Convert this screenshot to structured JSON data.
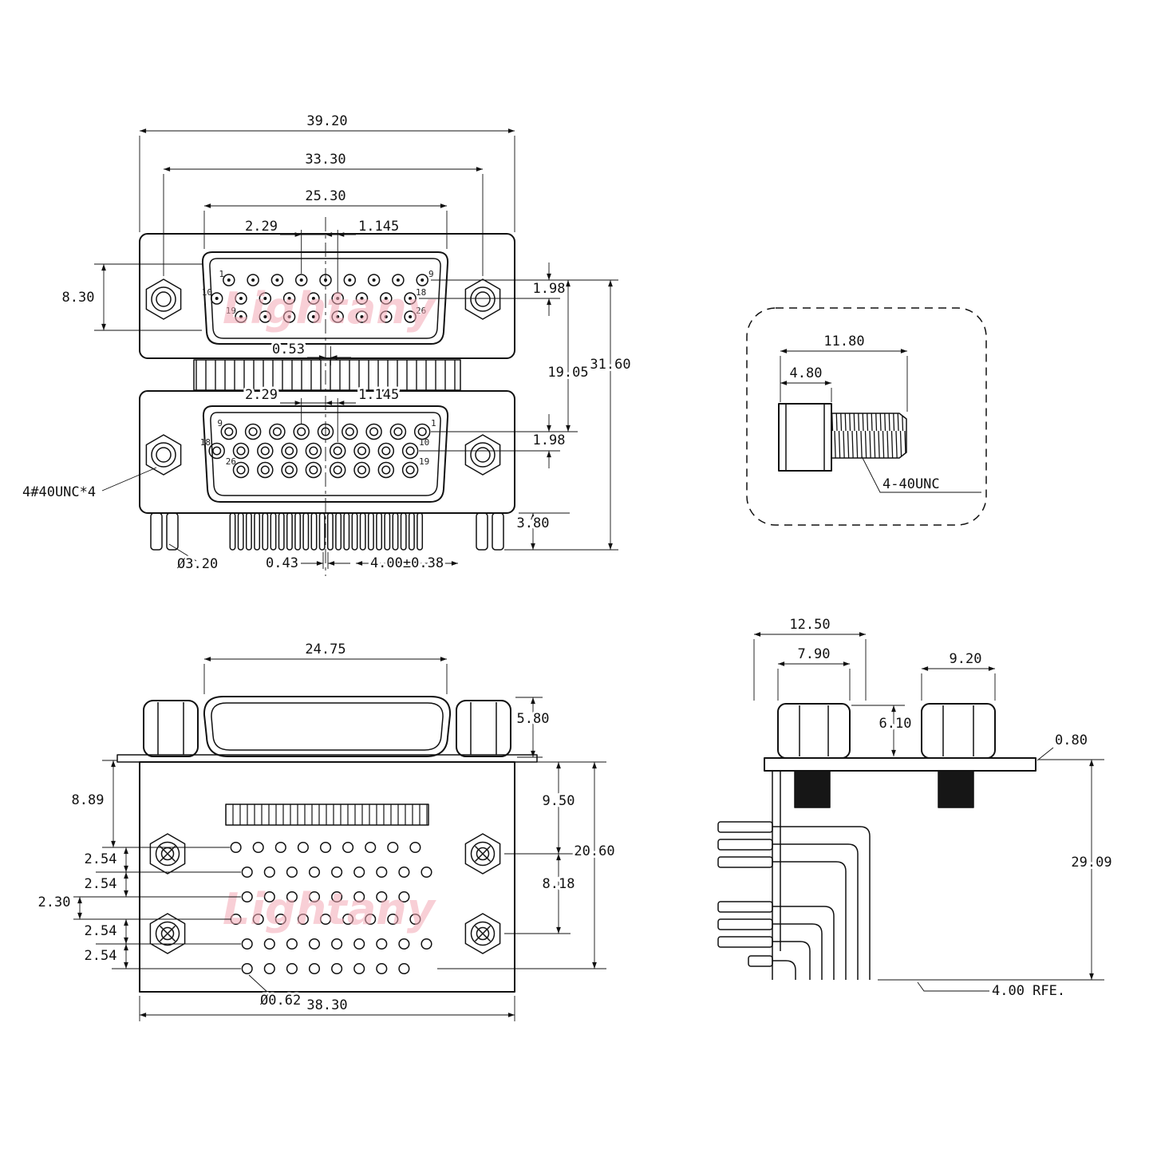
{
  "watermark": "Lightany",
  "front": {
    "overall_width": "39.20",
    "screw_span": "33.30",
    "shell_width": "25.30",
    "pitch_top": "2.29",
    "half_pitch_top": "1.145",
    "height_left": "8.30",
    "row_pitch_top": "1.98",
    "port_spacing": "19.05",
    "total_height": "31.60",
    "offset_mid": "0.53",
    "pitch_bottom": "2.29",
    "half_pitch_bottom": "1.145",
    "row_pitch_bottom": "1.98",
    "screw_note": "4#40UNC*4",
    "foot_height": "3.80",
    "foot_dia": "Ø3.20",
    "pin_width": "0.43",
    "pin_length": "4.00±0.38",
    "pins": {
      "u_r1_l": "1",
      "u_r1_r": "9",
      "u_r2_l": "10",
      "u_r2_r": "18",
      "u_r3_l": "19",
      "u_r3_r": "26",
      "l_r1_l": "9",
      "l_r1_r": "1",
      "l_r2_l": "18",
      "l_r2_r": "10",
      "l_r3_l": "26",
      "l_r3_r": "19"
    }
  },
  "screw": {
    "length": "11.80",
    "head": "4.80",
    "thread": "4-40UNC"
  },
  "rear": {
    "shell_width": "24.75",
    "shell_height": "5.80",
    "first_row": "8.89",
    "row_a": "2.54",
    "row_b": "2.54",
    "group_offset": "2.30",
    "row_c": "2.54",
    "row_d": "2.54",
    "screw_row1": "9.50",
    "body_height": "20.60",
    "screw_row2": "8.18",
    "hole_dia": "Ø0.62",
    "body_width": "38.30"
  },
  "side": {
    "width_total": "12.50",
    "hex_left": "7.90",
    "hex_right": "9.20",
    "hex_gap": "6.10",
    "flange_thk": "0.80",
    "height": "29.09",
    "note": "4.00 RFE."
  }
}
